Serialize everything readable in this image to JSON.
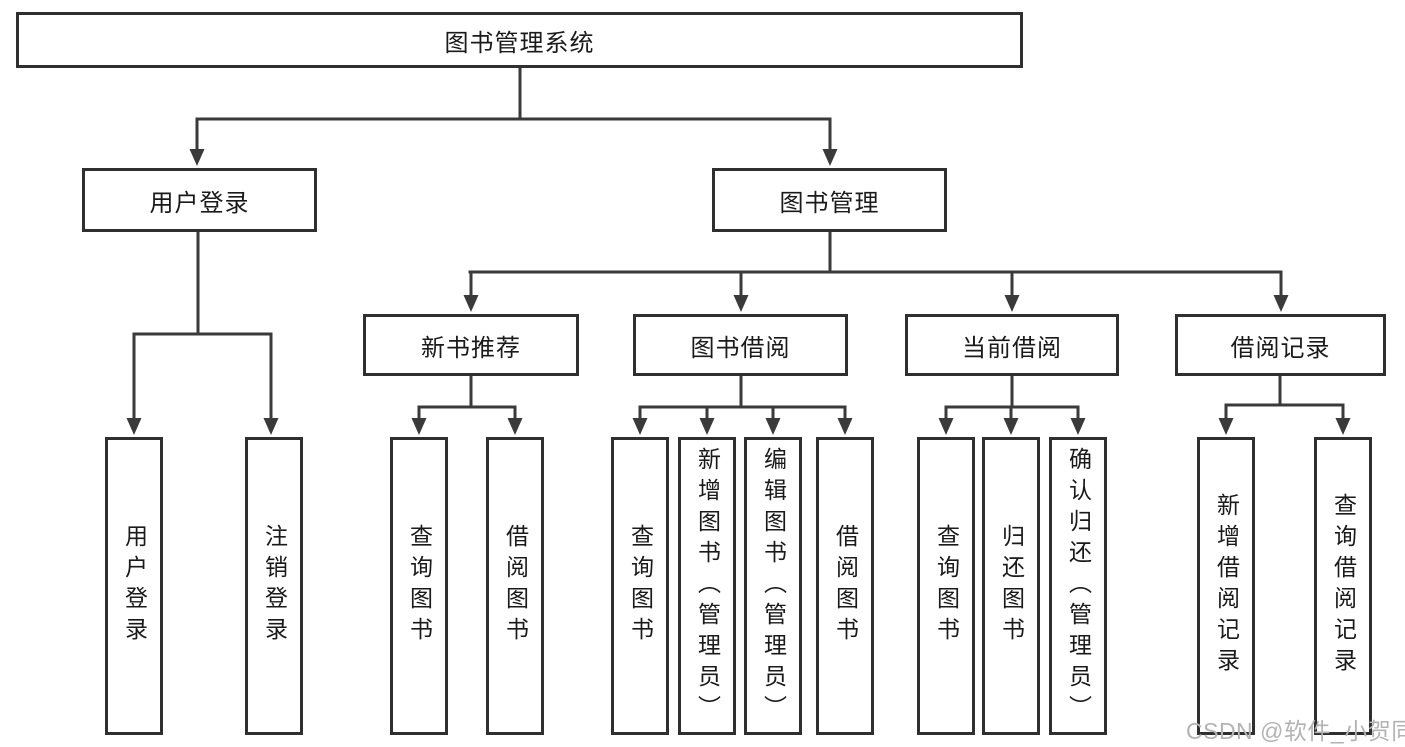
{
  "nodes": {
    "root": {
      "label": "图书管理系统"
    },
    "user_login": {
      "label": "用户登录"
    },
    "book_management": {
      "label": "图书管理"
    },
    "new_book_recommend": {
      "label": "新书推荐"
    },
    "book_borrow": {
      "label": "图书借阅"
    },
    "current_borrow": {
      "label": "当前借阅"
    },
    "borrow_records": {
      "label": "借阅记录"
    },
    "leaves": {
      "user_login": [
        {
          "label": "用户登录"
        },
        {
          "label": "注销登录"
        }
      ],
      "new_book_recommend": [
        {
          "label": "查询图书"
        },
        {
          "label": "借阅图书"
        }
      ],
      "book_borrow": [
        {
          "label": "查询图书"
        },
        {
          "label": "新增图书（管理员）"
        },
        {
          "label": "编辑图书（管理员）"
        },
        {
          "label": "借阅图书"
        }
      ],
      "current_borrow": [
        {
          "label": "查询图书"
        },
        {
          "label": "归还图书"
        },
        {
          "label": "确认归还（管理员）"
        }
      ],
      "borrow_records": [
        {
          "label": "新增借阅记录"
        },
        {
          "label": "查询借阅记录"
        }
      ]
    }
  },
  "watermark": {
    "text": "CSDN @软件_小贺同学"
  },
  "colors": {
    "line": "#3a3a3a",
    "box_border": "#2f2f2f",
    "text": "#1a1a1a",
    "watermark": "#b3b3b3",
    "background": "#ffffff"
  }
}
